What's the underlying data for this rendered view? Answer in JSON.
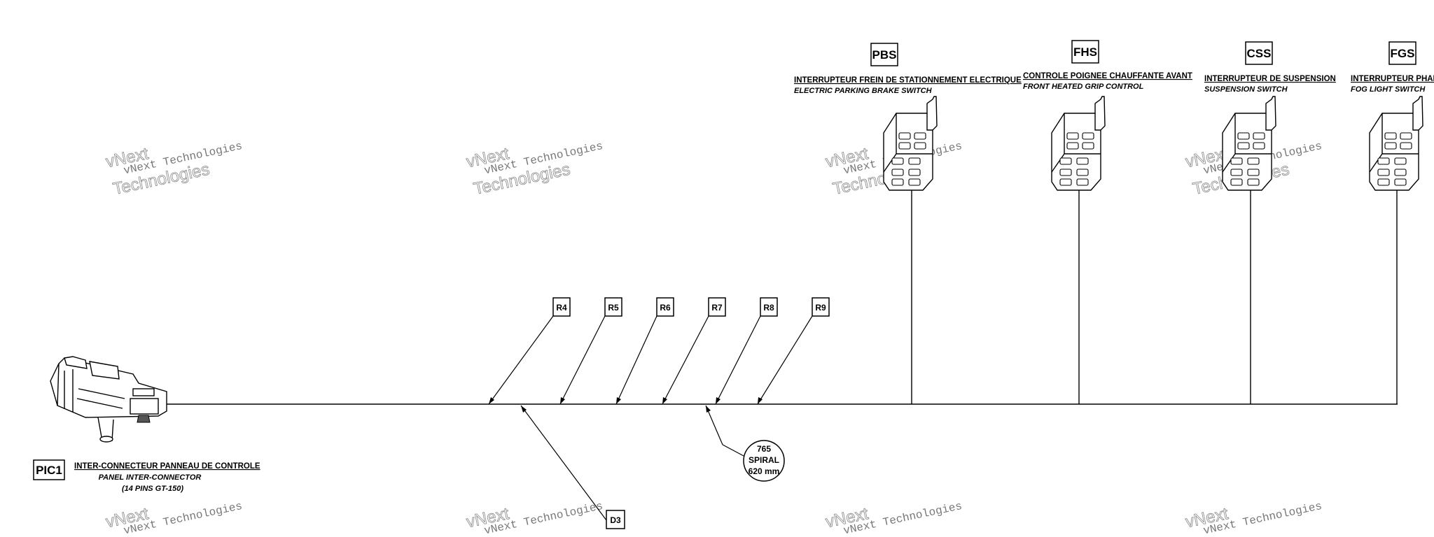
{
  "connectors": {
    "pic1": {
      "code": "PIC1",
      "label_fr": "INTER-CONNECTEUR PANNEAU DE CONTROLE",
      "label_en": "PANEL INTER-CONNECTOR",
      "note": "(14 PINS GT-150)"
    },
    "pbs": {
      "code": "PBS",
      "label_fr": "INTERRUPTEUR  FREIN DE STATIONNEMENT ELECTRIQUE",
      "label_en": "ELECTRIC PARKING BRAKE SWITCH"
    },
    "fhs": {
      "code": "FHS",
      "label_fr": "CONTROLE POIGNEE CHAUFFANTE AVANT",
      "label_en": "FRONT HEATED GRIP CONTROL"
    },
    "css": {
      "code": "CSS",
      "label_fr": "INTERRUPTEUR DE SUSPENSION",
      "label_en": "SUSPENSION SWITCH"
    },
    "fgs": {
      "code": "FGS",
      "label_fr": "INTERRUPTEUR PHARES",
      "label_en": "FOG LIGHT  SWITCH"
    }
  },
  "references": {
    "r4": "R4",
    "r5": "R5",
    "r6": "R6",
    "r7": "R7",
    "r8": "R8",
    "r9": "R9",
    "d3": "D3"
  },
  "spiral": {
    "line1": "765",
    "line2": "SPIRAL",
    "line3": "620 mm"
  },
  "watermark": {
    "line1": "vNext Technologies",
    "line2": "vNext",
    "line3": "Technologies"
  }
}
